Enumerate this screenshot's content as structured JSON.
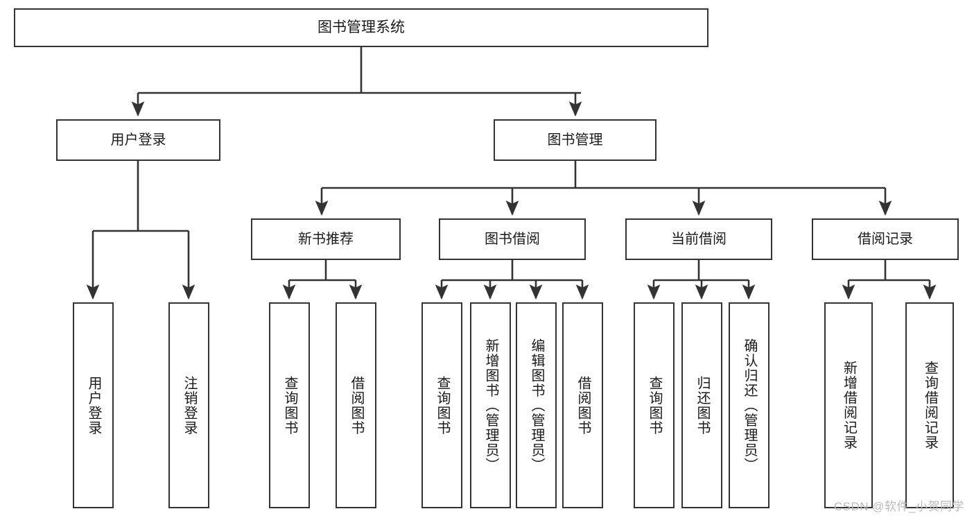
{
  "diagram": {
    "type": "hierarchy-tree",
    "title": "图书管理系统",
    "watermark": "CSDN @软件_小贺同学",
    "colors": {
      "background": "#ffffff",
      "box_border": "#333333",
      "box_fill": "#ffffff",
      "edge": "#333333",
      "text": "#1a1a1a",
      "watermark": "#b9b9b9"
    },
    "levels": {
      "root": {
        "label": "图书管理系统"
      },
      "level1": [
        {
          "id": "user-login",
          "label": "用户登录"
        },
        {
          "id": "book-manage",
          "label": "图书管理"
        }
      ],
      "level2": [
        {
          "id": "new-book-recommend",
          "label": "新书推荐",
          "parent": "book-manage"
        },
        {
          "id": "book-borrow",
          "label": "图书借阅",
          "parent": "book-manage"
        },
        {
          "id": "current-borrow",
          "label": "当前借阅",
          "parent": "book-manage"
        },
        {
          "id": "borrow-record",
          "label": "借阅记录",
          "parent": "book-manage"
        }
      ],
      "leaves": [
        {
          "id": "leaf-user-login",
          "label": "用户登录",
          "parent": "user-login"
        },
        {
          "id": "leaf-logout",
          "label": "注销登录",
          "parent": "user-login"
        },
        {
          "id": "leaf-query-book-1",
          "label": "查询图书",
          "parent": "new-book-recommend"
        },
        {
          "id": "leaf-borrow-book-1",
          "label": "借阅图书",
          "parent": "new-book-recommend"
        },
        {
          "id": "leaf-query-book-2",
          "label": "查询图书",
          "parent": "book-borrow"
        },
        {
          "id": "leaf-add-book",
          "label": "新增图书（管理员）",
          "parent": "book-borrow"
        },
        {
          "id": "leaf-edit-book",
          "label": "编辑图书（管理员）",
          "parent": "book-borrow"
        },
        {
          "id": "leaf-borrow-book-2",
          "label": "借阅图书",
          "parent": "book-borrow"
        },
        {
          "id": "leaf-query-book-3",
          "label": "查询图书",
          "parent": "current-borrow"
        },
        {
          "id": "leaf-return-book",
          "label": "归还图书",
          "parent": "current-borrow"
        },
        {
          "id": "leaf-confirm-return",
          "label": "确认归还（管理员）",
          "parent": "current-borrow"
        },
        {
          "id": "leaf-add-record",
          "label": "新增借阅记录",
          "parent": "borrow-record"
        },
        {
          "id": "leaf-query-record",
          "label": "查询借阅记录",
          "parent": "borrow-record"
        }
      ]
    }
  }
}
